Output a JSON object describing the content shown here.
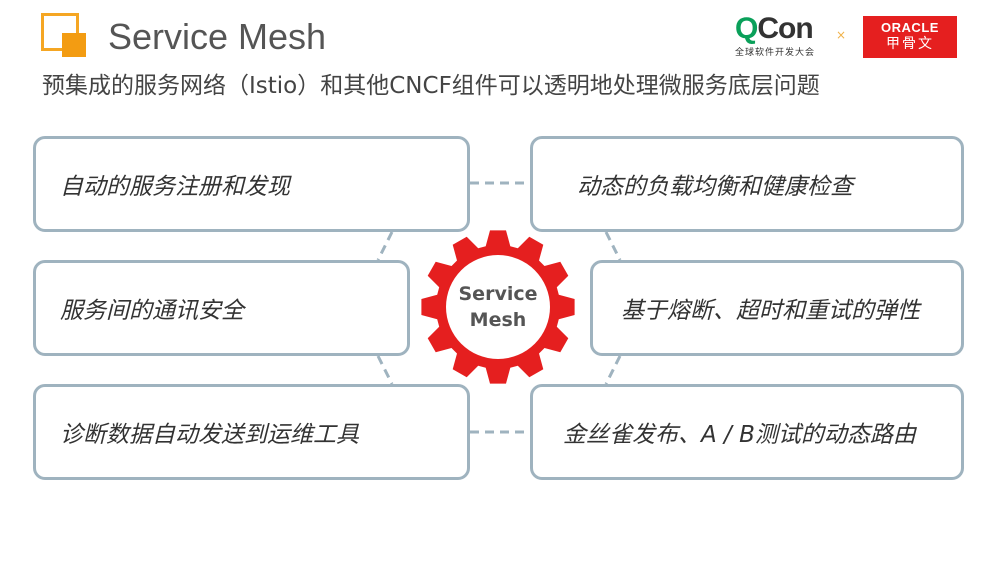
{
  "header": {
    "title": "Service Mesh",
    "subtitle": "预集成的服务网络（Istio）和其他CNCF组件可以透明地处理微服务底层问题"
  },
  "logos": {
    "qcon_q": "Q",
    "qcon_rest": "Con",
    "qcon_sub": "全球软件开发大会",
    "separator": "×",
    "oracle_name": "ORACLE",
    "oracle_cn": "甲骨文"
  },
  "center": {
    "line1": "Service",
    "line2": "Mesh"
  },
  "features": {
    "left": [
      "自动的服务注册和发现",
      "服务间的通讯安全",
      "诊断数据自动发送到运维工具"
    ],
    "right": [
      "动态的负载均衡和健康检查",
      "基于熔断、超时和重试的弹性",
      "金丝雀发布、A / B测试的动态路由"
    ]
  },
  "colors": {
    "accent_orange": "#f39c12",
    "gear_red": "#e51f1f",
    "box_border": "#9fb3bf",
    "qcon_green": "#0aa05a"
  }
}
